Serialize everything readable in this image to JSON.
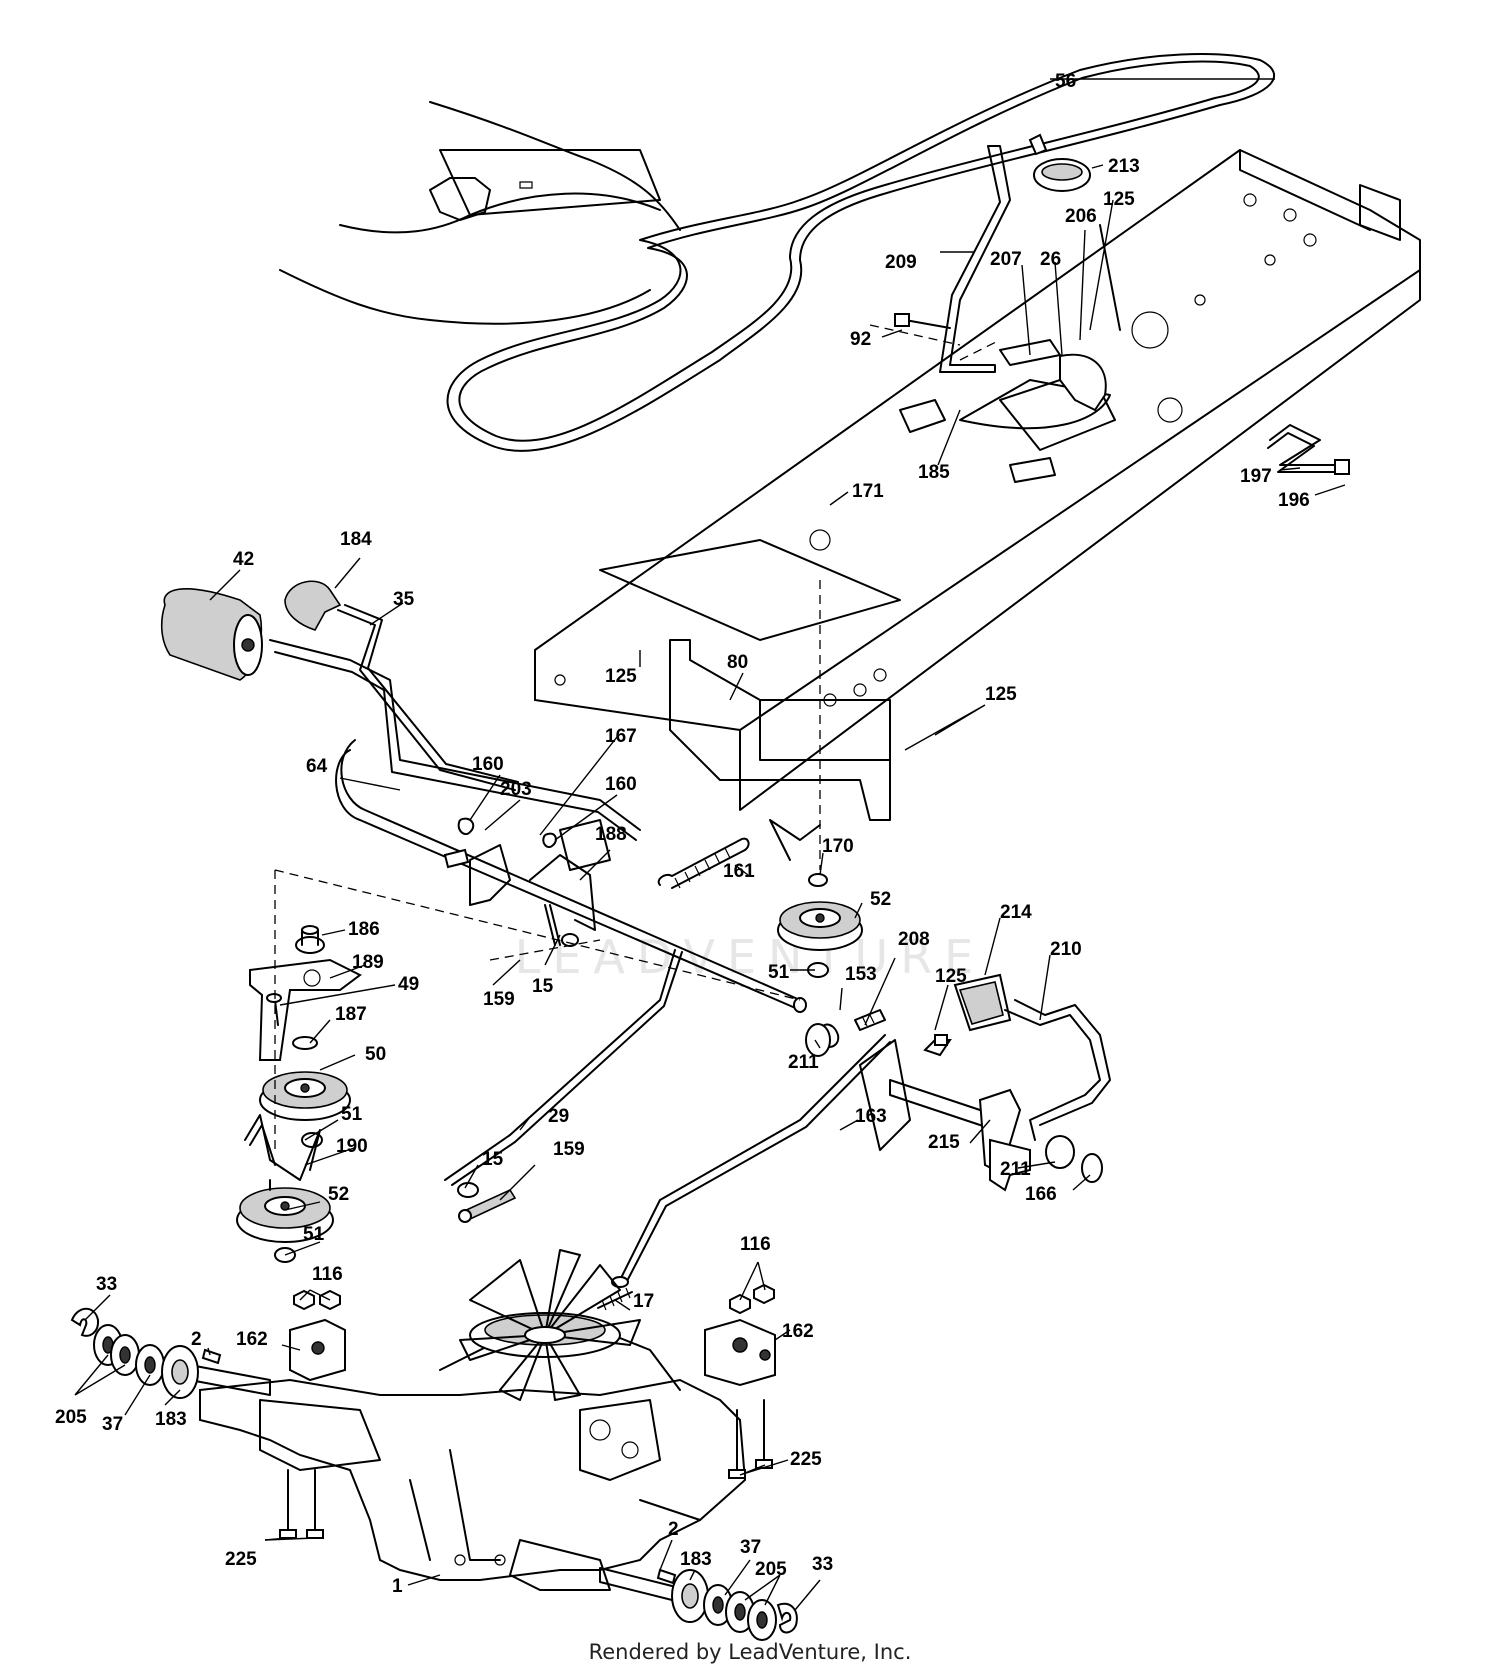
{
  "diagram": {
    "callouts": [
      {
        "label": "56"
      },
      {
        "label": "213"
      },
      {
        "label": "125"
      },
      {
        "label": "206"
      },
      {
        "label": "207"
      },
      {
        "label": "26"
      },
      {
        "label": "209"
      },
      {
        "label": "92"
      },
      {
        "label": "185"
      },
      {
        "label": "197"
      },
      {
        "label": "196"
      },
      {
        "label": "171"
      },
      {
        "label": "184"
      },
      {
        "label": "42"
      },
      {
        "label": "35"
      },
      {
        "label": "125"
      },
      {
        "label": "80"
      },
      {
        "label": "125"
      },
      {
        "label": "64"
      },
      {
        "label": "160"
      },
      {
        "label": "203"
      },
      {
        "label": "167"
      },
      {
        "label": "160"
      },
      {
        "label": "188"
      },
      {
        "label": "161"
      },
      {
        "label": "170"
      },
      {
        "label": "52"
      },
      {
        "label": "186"
      },
      {
        "label": "189"
      },
      {
        "label": "49"
      },
      {
        "label": "159"
      },
      {
        "label": "15"
      },
      {
        "label": "51"
      },
      {
        "label": "208"
      },
      {
        "label": "214"
      },
      {
        "label": "210"
      },
      {
        "label": "153"
      },
      {
        "label": "125"
      },
      {
        "label": "187"
      },
      {
        "label": "50"
      },
      {
        "label": "211"
      },
      {
        "label": "163"
      },
      {
        "label": "29"
      },
      {
        "label": "51"
      },
      {
        "label": "190"
      },
      {
        "label": "15"
      },
      {
        "label": "159"
      },
      {
        "label": "215"
      },
      {
        "label": "211"
      },
      {
        "label": "166"
      },
      {
        "label": "52"
      },
      {
        "label": "51"
      },
      {
        "label": "116"
      },
      {
        "label": "116"
      },
      {
        "label": "33"
      },
      {
        "label": "2"
      },
      {
        "label": "162"
      },
      {
        "label": "17"
      },
      {
        "label": "162"
      },
      {
        "label": "205"
      },
      {
        "label": "37"
      },
      {
        "label": "183"
      },
      {
        "label": "225"
      },
      {
        "label": "225"
      },
      {
        "label": "1"
      },
      {
        "label": "2"
      },
      {
        "label": "183"
      },
      {
        "label": "37"
      },
      {
        "label": "205"
      },
      {
        "label": "33"
      }
    ]
  },
  "watermark": "LEADVENTURE",
  "footer": "Rendered by LeadVenture, Inc."
}
